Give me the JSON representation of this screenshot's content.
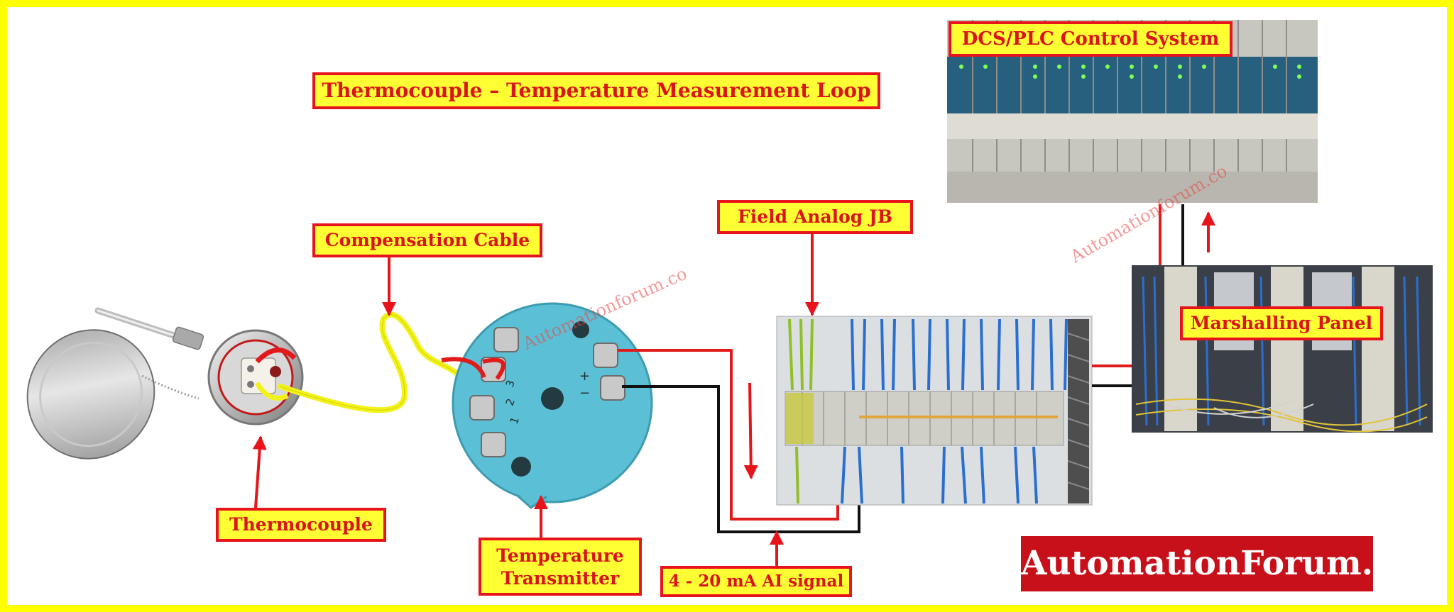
{
  "title": "Thermocouple – Temperature Measurement Loop",
  "labels": {
    "dcs_plc": "DCS/PLC Control System",
    "compensation_cable": "Compensation Cable",
    "field_jb": "Field Analog JB",
    "marshalling": "Marshalling Panel",
    "thermocouple": "Thermocouple",
    "transmitter_line1": "Temperature",
    "transmitter_line2": "Transmitter",
    "signal": "4 - 20 mA AI signal"
  },
  "watermark": "Automationforum.co",
  "brand": "AutomationForum.Co",
  "terminal_marks": [
    "1",
    "2",
    "3",
    "+",
    "−"
  ],
  "colors": {
    "border": "#ffff00",
    "label_fill": "#ffff33",
    "label_text": "#d9141b",
    "arrow": "#e8141b",
    "cable_yellow": "#f2f21a",
    "transmitter": "#5bc0d6",
    "brand_fill": "#c8101a"
  }
}
